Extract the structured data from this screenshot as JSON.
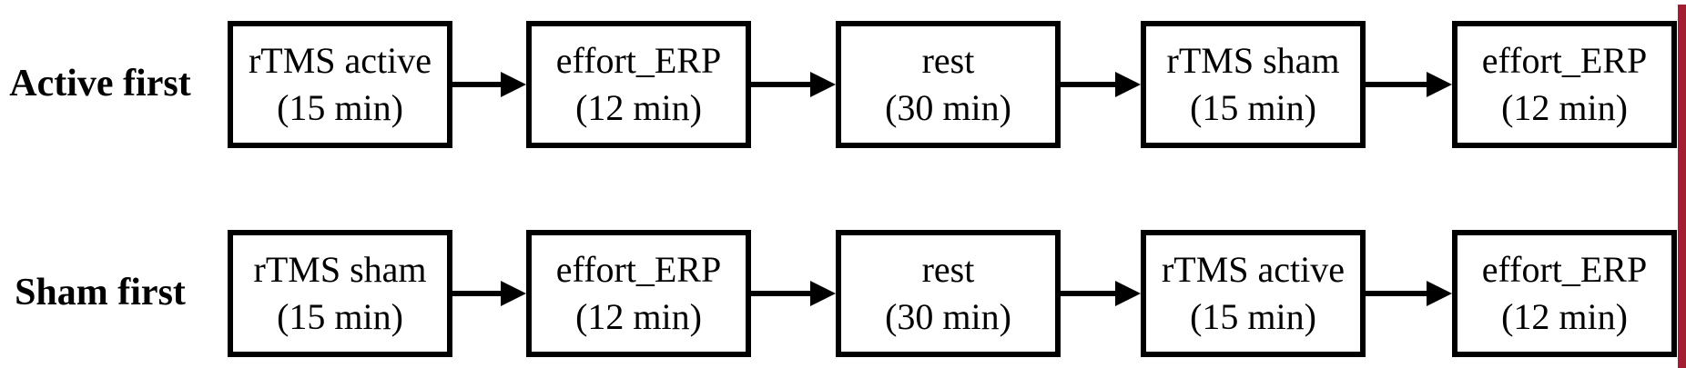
{
  "rows": [
    {
      "label": "Active first",
      "boxes": [
        {
          "line1": "rTMS active",
          "line2": "(15 min)"
        },
        {
          "line1": "effort_ERP",
          "line2": "(12 min)"
        },
        {
          "line1": "rest",
          "line2": "(30 min)"
        },
        {
          "line1": "rTMS sham",
          "line2": "(15 min)"
        },
        {
          "line1": "effort_ERP",
          "line2": "(12 min)"
        }
      ]
    },
    {
      "label": "Sham first",
      "boxes": [
        {
          "line1": "rTMS sham",
          "line2": "(15 min)"
        },
        {
          "line1": "effort_ERP",
          "line2": "(12 min)"
        },
        {
          "line1": "rest",
          "line2": "(30 min)"
        },
        {
          "line1": "rTMS active",
          "line2": "(15 min)"
        },
        {
          "line1": "effort_ERP",
          "line2": "(12 min)"
        }
      ]
    }
  ],
  "colors": {
    "box_border": "#000000",
    "text": "#000000",
    "background": "#ffffff",
    "right_edge_bar": "#A31D33"
  }
}
